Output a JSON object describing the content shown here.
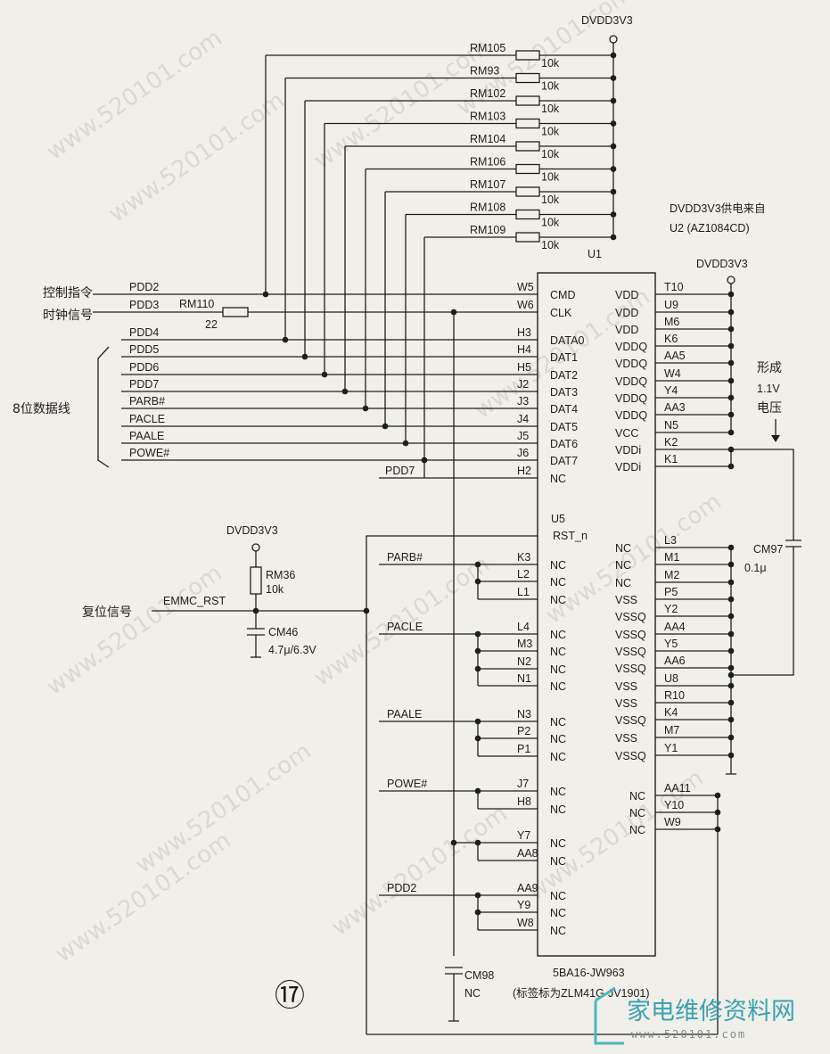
{
  "power": {
    "top": "DVDD3V3",
    "right": "DVDD3V3",
    "reset": "DVDD3V3"
  },
  "source_note": [
    "DVDD3V3供电来自",
    "U2 (AZ1084CD)"
  ],
  "pullups": [
    {
      "ref": "RM105",
      "value": "10k"
    },
    {
      "ref": "RM93",
      "value": "10k"
    },
    {
      "ref": "RM102",
      "value": "10k"
    },
    {
      "ref": "RM103",
      "value": "10k"
    },
    {
      "ref": "RM104",
      "value": "10k"
    },
    {
      "ref": "RM106",
      "value": "10k"
    },
    {
      "ref": "RM107",
      "value": "10k"
    },
    {
      "ref": "RM108",
      "value": "10k"
    },
    {
      "ref": "RM109",
      "value": "10k"
    }
  ],
  "labels": {
    "cmd": "控制指令",
    "clk": "时钟信号",
    "data": "8位数据线",
    "reset": "复位信号",
    "v11": [
      "形成",
      "1.1V",
      "电压"
    ]
  },
  "left_nets": [
    {
      "net": "PDD2",
      "pin": "W5",
      "func": "CMD"
    },
    {
      "net": "PDD3",
      "pin": "W6",
      "func": "CLK"
    },
    {
      "net": "PDD4",
      "pin": "H3",
      "func": "DATA0"
    },
    {
      "net": "PDD5",
      "pin": "H4",
      "func": "DAT1"
    },
    {
      "net": "PDD6",
      "pin": "H5",
      "func": "DAT2"
    },
    {
      "net": "PDD7",
      "pin": "J2",
      "func": "DAT3"
    },
    {
      "net": "PARB#",
      "pin": "J3",
      "func": "DAT4"
    },
    {
      "net": "PACLE",
      "pin": "J4",
      "func": "DAT5"
    },
    {
      "net": "PAALE",
      "pin": "J5",
      "func": "DAT6"
    },
    {
      "net": "POWE#",
      "pin": "J6",
      "func": "DAT7"
    },
    {
      "net": "PDD7",
      "pin": "H2",
      "func": "NC"
    }
  ],
  "rm110": {
    "ref": "RM110",
    "value": "22"
  },
  "u1": {
    "ref": "U1",
    "part": "5BA16-JW963",
    "tag": "(标签标为ZLM41G-JV1901)"
  },
  "rst": {
    "pin": "U5",
    "func": "RST_n",
    "net": "EMMC_RST"
  },
  "rm36": {
    "ref": "RM36",
    "value": "10k"
  },
  "cm46": {
    "ref": "CM46",
    "value": "4.7μ/6.3V"
  },
  "cm97": {
    "ref": "CM97",
    "value": "0.1μ"
  },
  "cm98": {
    "ref": "CM98",
    "value": "NC"
  },
  "nc_groups": [
    {
      "net": "PARB#",
      "pins": [
        "K3",
        "L2",
        "L1"
      ]
    },
    {
      "net": "PACLE",
      "pins": [
        "L4",
        "M3",
        "N2",
        "N1"
      ]
    },
    {
      "net": "PAALE",
      "pins": [
        "N3",
        "P2",
        "P1"
      ]
    },
    {
      "net": "POWE#",
      "pins": [
        "J7",
        "H8"
      ]
    },
    {
      "net": "",
      "pins": [
        "Y7",
        "AA8"
      ]
    },
    {
      "net": "PDD2",
      "pins": [
        "AA9",
        "Y9",
        "W8"
      ]
    }
  ],
  "nc_label": "NC",
  "right_power": [
    {
      "pin": "T10",
      "func": "VDD"
    },
    {
      "pin": "U9",
      "func": "VDD"
    },
    {
      "pin": "M6",
      "func": "VDD"
    },
    {
      "pin": "K6",
      "func": "VDDQ"
    },
    {
      "pin": "AA5",
      "func": "VDDQ"
    },
    {
      "pin": "W4",
      "func": "VDDQ"
    },
    {
      "pin": "Y4",
      "func": "VDDQ"
    },
    {
      "pin": "AA3",
      "func": "VDDQ"
    },
    {
      "pin": "N5",
      "func": "VCC"
    },
    {
      "pin": "K2",
      "func": "VDDi"
    },
    {
      "pin": "K1",
      "func": "VDDi"
    }
  ],
  "right_ground": [
    {
      "pin": "L3",
      "func": "NC"
    },
    {
      "pin": "M1",
      "func": "NC"
    },
    {
      "pin": "M2",
      "func": "NC"
    },
    {
      "pin": "P5",
      "func": "VSS"
    },
    {
      "pin": "Y2",
      "func": "VSSQ"
    },
    {
      "pin": "AA4",
      "func": "VSSQ"
    },
    {
      "pin": "Y5",
      "func": "VSSQ"
    },
    {
      "pin": "AA6",
      "func": "VSSQ"
    },
    {
      "pin": "U8",
      "func": "VSS"
    },
    {
      "pin": "R10",
      "func": "VSS"
    },
    {
      "pin": "K4",
      "func": "VSSQ"
    },
    {
      "pin": "M7",
      "func": "VSS"
    },
    {
      "pin": "Y1",
      "func": "VSSQ"
    }
  ],
  "right_nc": [
    {
      "pin": "AA11",
      "func": "NC"
    },
    {
      "pin": "Y10",
      "func": "NC"
    },
    {
      "pin": "W9",
      "func": "NC"
    }
  ],
  "figure_number": "⑰",
  "watermarks": [
    "家电维修资料网",
    "www.520101.com"
  ],
  "logo": {
    "text": "家电维修资料网",
    "url": "www.520101.com"
  }
}
